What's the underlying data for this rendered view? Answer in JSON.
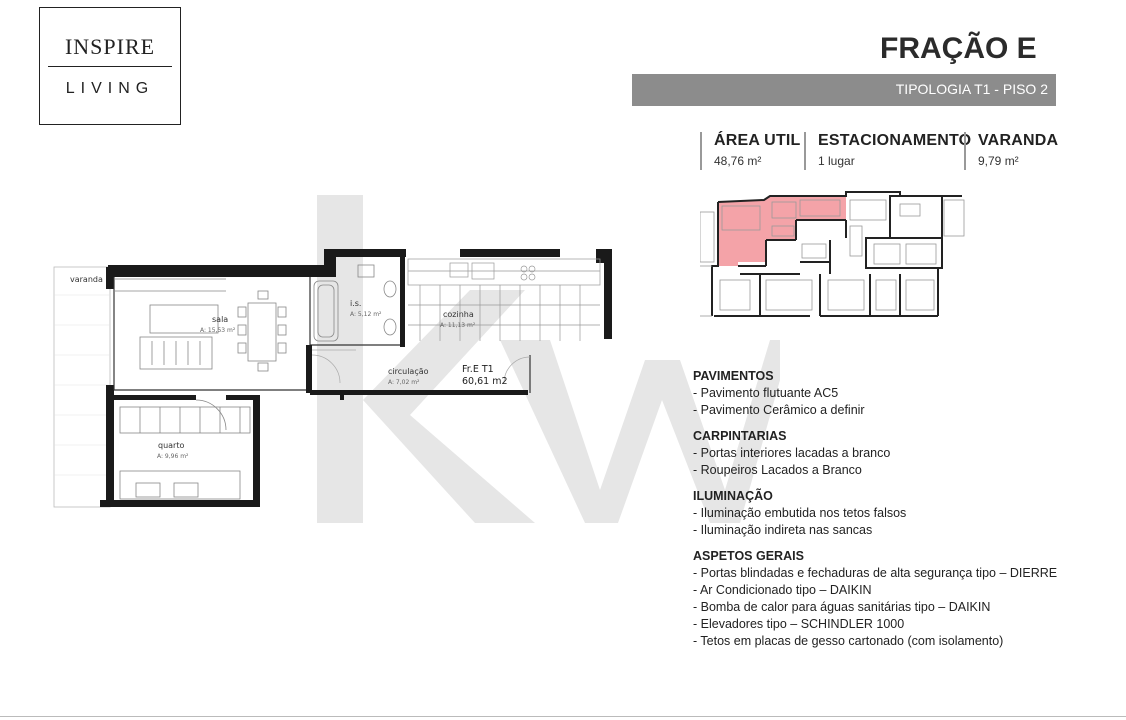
{
  "logo": {
    "line1": "INSPIRE",
    "line2": "LIVING"
  },
  "header": {
    "title": "FRAÇÃO E",
    "tipologia": "TIPOLOGIA  T1 -   PISO 2"
  },
  "stats": [
    {
      "label": "ÁREA UTIL",
      "value": "48,76 m²"
    },
    {
      "label": "ESTACIONAMENTO",
      "value": "1 lugar"
    },
    {
      "label": "VARANDA",
      "value": "9,79 m²"
    }
  ],
  "plan": {
    "rooms": [
      {
        "name": "varanda",
        "area": ""
      },
      {
        "name": "sala",
        "area": "A: 15,53 m²"
      },
      {
        "name": "i.s.",
        "area": "A: 5,12 m²"
      },
      {
        "name": "cozinha",
        "area": "A: 11,13 m²"
      },
      {
        "name": "circulação",
        "area": "A: 7,02 m²"
      },
      {
        "name": "quarto",
        "area": "A: 9,96 m²"
      }
    ],
    "fraction_label": "Fr.E T1",
    "fraction_area": "60,61 m2"
  },
  "colors": {
    "highlight": "#f4a3a8",
    "bar": "#8c8c8c",
    "watermark": "#e6e6e6"
  },
  "specs": [
    {
      "title": "PAVIMENTOS",
      "items": [
        "- Pavimento flutuante AC5",
        "- Pavimento Cerâmico a definir"
      ]
    },
    {
      "title": "CARPINTARIAS",
      "items": [
        "- Portas interiores lacadas a branco",
        "- Roupeiros Lacados a Branco"
      ]
    },
    {
      "title": "ILUMINAÇÃO",
      "items": [
        "- Iluminação embutida nos tetos falsos",
        "- Iluminação indireta nas sancas"
      ]
    },
    {
      "title": "ASPETOS GERAIS",
      "items": [
        "- Portas blindadas e fechaduras de alta segurança tipo – DIERRE",
        "- Ar Condicionado tipo – DAIKIN",
        "- Bomba de calor para águas sanitárias tipo – DAIKIN",
        "- Elevadores tipo – SCHINDLER 1000",
        "- Tetos em placas de gesso cartonado (com isolamento)"
      ]
    }
  ]
}
